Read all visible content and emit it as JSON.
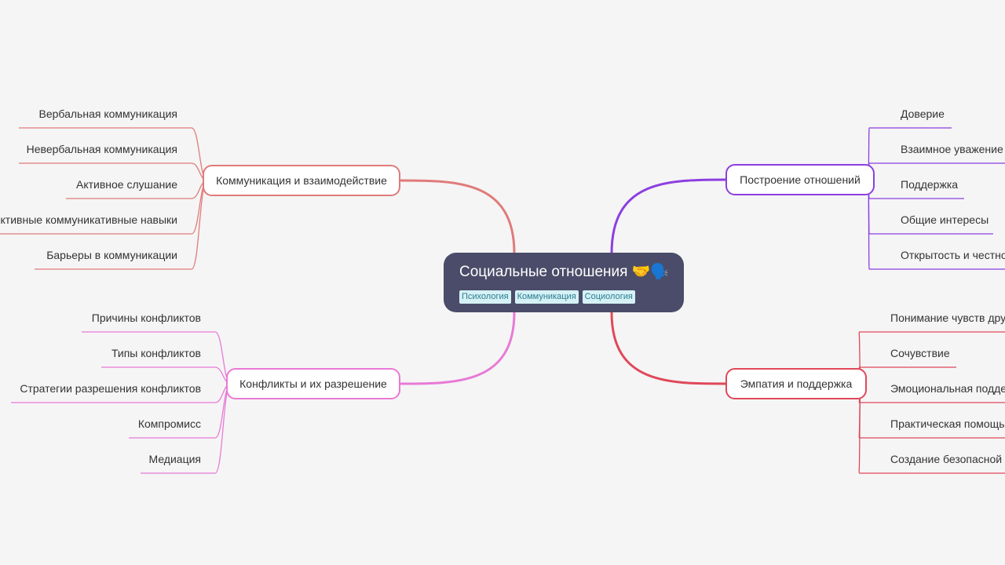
{
  "root": {
    "title": "Социальные отношения",
    "emoji": "🤝🗣️",
    "tags": [
      "Психология",
      "Коммуникация",
      "Социология"
    ]
  },
  "branches": [
    {
      "id": "communication",
      "label": "Коммуникация и взаимодействие",
      "color": "#e07b7b",
      "side": "left",
      "children": [
        "Вербальная коммуникация",
        "Невербальная коммуникация",
        "Активное слушание",
        "Эффективные коммуникативные навыки",
        "Барьеры в коммуникации"
      ]
    },
    {
      "id": "conflicts",
      "label": "Конфликты и их разрешение",
      "color": "#e87ad6",
      "side": "left",
      "children": [
        "Причины конфликтов",
        "Типы конфликтов",
        "Стратегии разрешения конфликтов",
        "Компромисс",
        "Медиация"
      ]
    },
    {
      "id": "relationships",
      "label": "Построение отношений",
      "color": "#8c3fe0",
      "side": "right",
      "children": [
        "Доверие",
        "Взаимное уважение",
        "Поддержка",
        "Общие интересы",
        "Открытость и честность"
      ]
    },
    {
      "id": "empathy",
      "label": "Эмпатия и поддержка",
      "color": "#e0485a",
      "side": "right",
      "children": [
        "Понимание чувств других",
        "Сочувствие",
        "Эмоциональная поддержка",
        "Практическая помощь",
        "Создание безопасной среды"
      ]
    }
  ]
}
